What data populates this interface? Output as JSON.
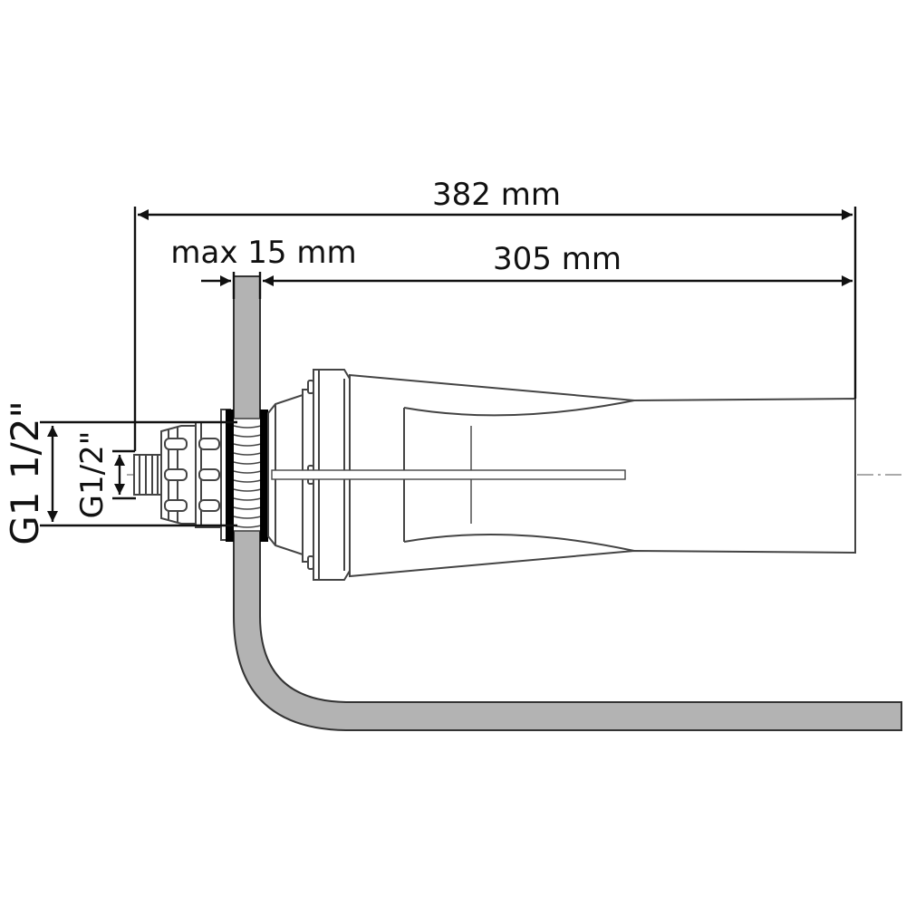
{
  "dimensions": {
    "overall_length": "382 mm",
    "insert_length": "305 mm",
    "wall_thickness": "max 15 mm",
    "thread_outer": "G1 1/2\"",
    "thread_inner": "G1/2\""
  },
  "colors": {
    "wall_fill": "#b3b3b3",
    "line": "#111111",
    "part_line": "#444444",
    "gasket": "#000000",
    "background": "#ffffff"
  }
}
